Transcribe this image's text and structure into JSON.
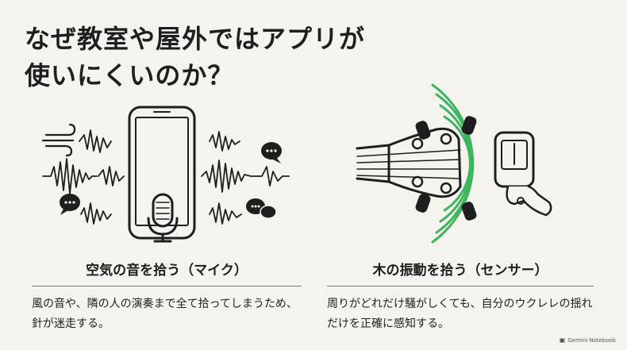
{
  "title": {
    "line1": "なぜ教室や屋外ではアプリが",
    "line2": "使いにくいのか？"
  },
  "left_panel": {
    "heading": "空気の音を拾う（マイク）",
    "description": "風の音や、隣の人の演奏まで全て拾ってしまうため、針が迷走する。",
    "icons": [
      "smartphone-icon",
      "microphone-icon",
      "wind-icon",
      "speech-bubble-icon",
      "sound-wave-icon"
    ]
  },
  "right_panel": {
    "heading": "木の振動を拾う（センサー）",
    "description": "周りがどれだけ騒がしくても、自分のウクレレの揺れだけを正確に感知する。",
    "icons": [
      "ukulele-headstock-icon",
      "clip-tuner-icon",
      "vibration-wave-icon"
    ],
    "accent_color": "#3cb55c"
  },
  "badge": {
    "label": "Gemini Notebook",
    "icon": "notebook-icon"
  }
}
